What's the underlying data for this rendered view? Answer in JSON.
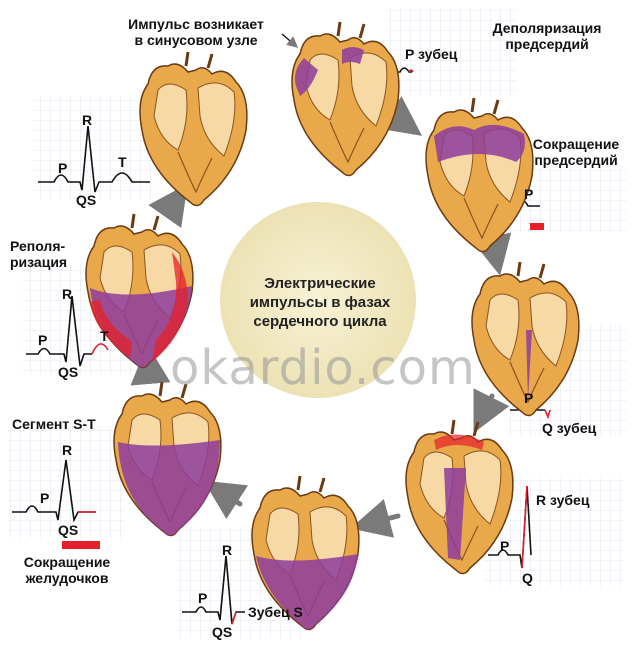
{
  "center": {
    "line1": "Электрические",
    "line2": "импульсы в фазах",
    "line3": "сердечного цикла"
  },
  "watermark": "okardio.com",
  "labels": {
    "impulse": [
      "Импульс возникает",
      "в синусовом узле"
    ],
    "depol_atria": [
      "Деполяризация",
      "предсердий"
    ],
    "contraction_atria": [
      "Сокращение",
      "предсердий"
    ],
    "repol": [
      "Реполя-",
      "ризация"
    ],
    "st_segment": "Сегмент S-T",
    "ventricle_contraction": [
      "Сокращение",
      "желудочков"
    ]
  },
  "waves": {
    "p_wave": "P зубец",
    "q_wave": "Q зубец",
    "r_wave": "R зубец",
    "s_wave": "Зубец S",
    "P": "P",
    "R": "R",
    "T": "T",
    "Q": "Q",
    "QS": "QS"
  },
  "colors": {
    "heart_muscle": "#e9a94a",
    "heart_chamber": "#f6d9a4",
    "purple": "#8e3c9c",
    "red": "#e5202a",
    "arrow": "#7a7a7a",
    "center_circle": "#f3ebc8"
  }
}
